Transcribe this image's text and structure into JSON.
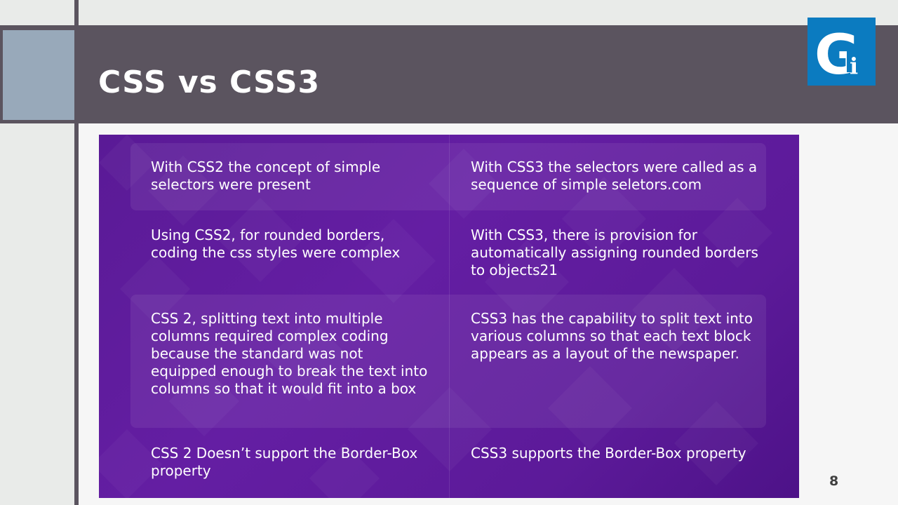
{
  "slide": {
    "title": "CSS vs CSS3",
    "page_number": "8",
    "logo": {
      "icon": "gi-logo-icon",
      "letter_main": "G",
      "letter_sub": "i",
      "color": "#0b7bc0"
    },
    "colors": {
      "title_bar": "#5b545f",
      "accent_square": "#98a9ba",
      "panel": "#5e1c9c"
    }
  },
  "comparison": {
    "rows": [
      {
        "css2": "With CSS2 the concept of simple selectors were present",
        "css3": "With CSS3 the selectors were called as a sequence of simple seletors.com"
      },
      {
        "css2": "Using CSS2, for rounded borders, coding the css styles were complex",
        "css3": "With CSS3, there is provision for automatically assigning rounded borders to objects21"
      },
      {
        "css2": "CSS 2, splitting text into multiple columns required complex coding because the standard was not equipped enough to break the text into columns so that it would fit into a box",
        "css3": "CSS3 has the capability to split text into various columns so that each text block appears as a layout of the newspaper."
      },
      {
        "css2": "CSS 2 Doesn’t support the Border-Box property",
        "css3": "CSS3 supports the Border-Box property"
      }
    ]
  }
}
